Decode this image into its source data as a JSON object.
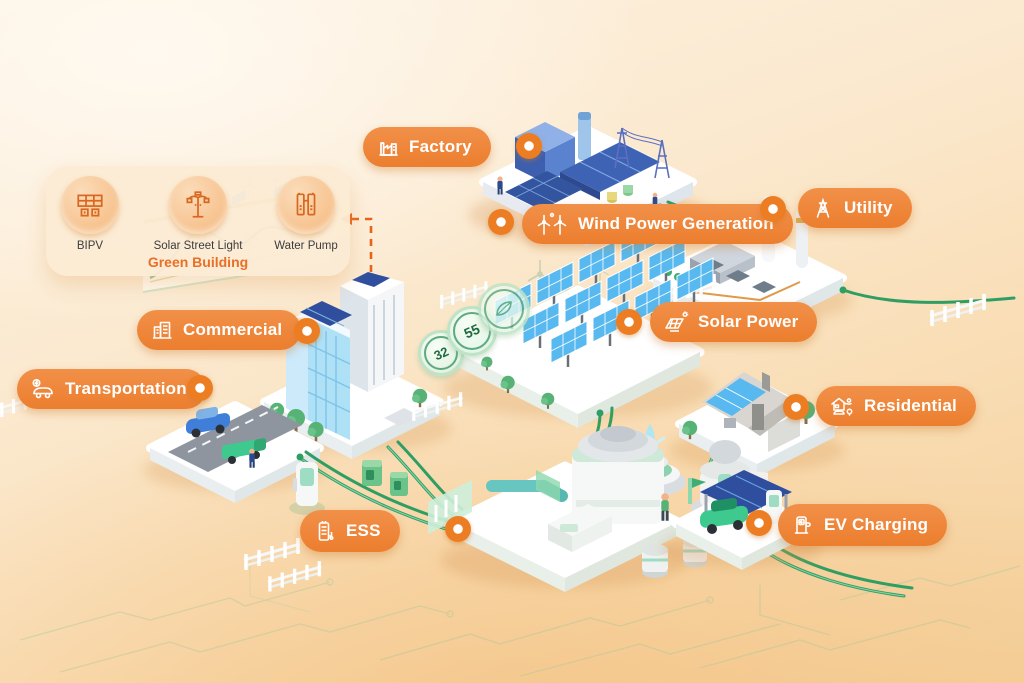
{
  "colors": {
    "pill_orange": "#ec7e2e",
    "dot_orange": "#ec7d22",
    "caption_orange": "#e96f26",
    "cable_green": "#2f9e63",
    "panel_blue": "#54b9f0",
    "background_peach": "#fbe9cf"
  },
  "green_building": {
    "caption": "Green Building",
    "items": [
      {
        "label": "BIPV",
        "icon": "bipv-icon"
      },
      {
        "label": "Solar Street Light",
        "icon": "street-light-icon"
      },
      {
        "label": "Water Pump",
        "icon": "water-pump-icon"
      }
    ]
  },
  "pills": [
    {
      "id": "factory",
      "label": "Factory",
      "icon": "factory-icon"
    },
    {
      "id": "wind",
      "label": "Wind Power Generation",
      "icon": "wind-turbines-icon"
    },
    {
      "id": "utility",
      "label": "Utility",
      "icon": "transmission-tower-icon"
    },
    {
      "id": "solar",
      "label": "Solar Power",
      "icon": "solar-panel-sun-icon"
    },
    {
      "id": "commercial",
      "label": "Commercial",
      "icon": "office-buildings-icon"
    },
    {
      "id": "transportation",
      "label": "Transportation",
      "icon": "ev-car-icon"
    },
    {
      "id": "residential",
      "label": "Residential",
      "icon": "smart-home-icon"
    },
    {
      "id": "ess",
      "label": "ESS",
      "icon": "battery-storage-icon"
    },
    {
      "id": "ev",
      "label": "EV Charging",
      "icon": "ev-charger-icon"
    }
  ],
  "decorations": {
    "coin_values": [
      "32",
      "55"
    ]
  }
}
